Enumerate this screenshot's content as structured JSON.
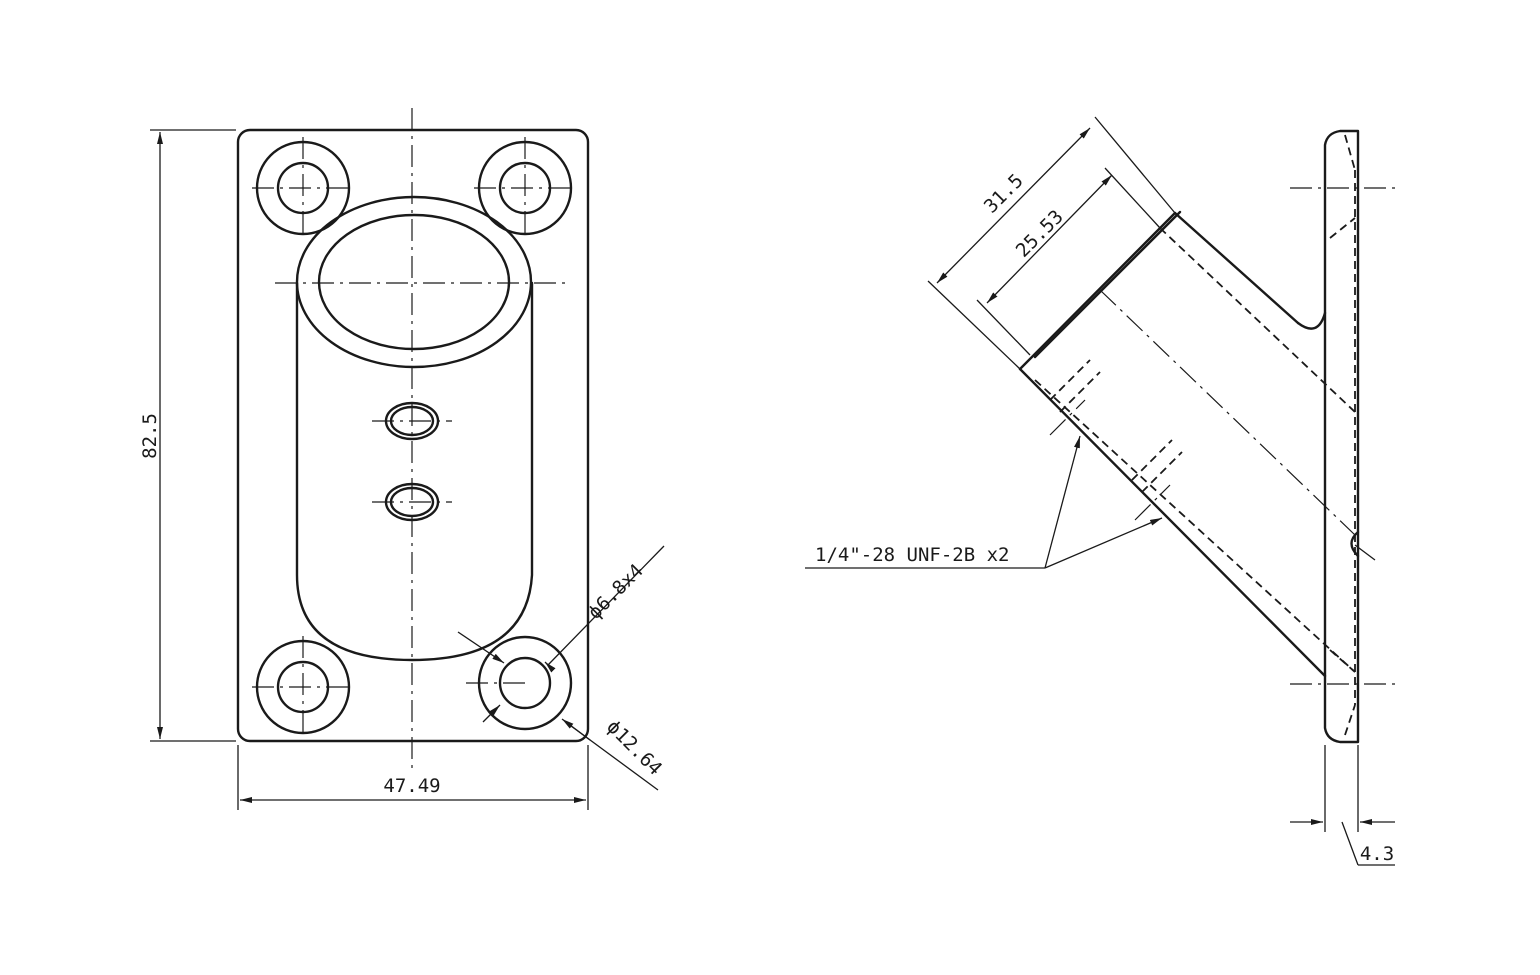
{
  "drawing": {
    "stroke_color": "#1a1a1a",
    "background": "#ffffff",
    "front_view": {
      "dimensions": {
        "height": "82.5",
        "width": "47.49",
        "hole_diameter": "ϕ6.8x4",
        "counterbore_diameter": "ϕ12.64"
      }
    },
    "side_view": {
      "dimensions": {
        "tube_length": "31.5",
        "bore_length": "25.53",
        "plate_thickness": "4.3"
      },
      "thread_callout": "1/4\"-28 UNF-2B x2"
    }
  }
}
